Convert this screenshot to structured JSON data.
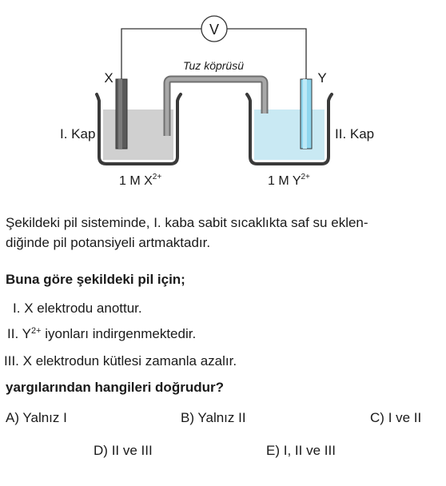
{
  "diagram": {
    "voltmeter": "V",
    "salt_bridge": "Tuz köprüsü",
    "electrode_left": "X",
    "electrode_right": "Y",
    "container_left": "I. Kap",
    "container_right": "II. Kap",
    "solution_left": "1 M X",
    "solution_right": "1 M Y",
    "charge": "2+",
    "colors": {
      "left_solution": "#d0d0d0",
      "right_solution": "#c9e9f3",
      "left_electrode": "#5a5a5a",
      "right_electrode": "#8fd6ee",
      "salt_bridge": "#8a8a8a"
    }
  },
  "question": {
    "stem_line1": "Şekildeki pil sisteminde, I. kaba sabit sıcaklıkta saf su eklen-",
    "stem_line2": "diğinde pil potansiyeli artmaktadır.",
    "prompt": "Buna göre şekildeki pil için;",
    "statements": [
      {
        "num": "I.",
        "text": "X elektrodu anottur."
      },
      {
        "num": "II.",
        "ion": "Y",
        "charge": "2+",
        "text": " iyonları indirgenmektedir."
      },
      {
        "num": "III.",
        "text": "X elektrodun kütlesi zamanla azalır."
      }
    ],
    "closing": "yargılarından hangileri doğrudur?",
    "options": [
      {
        "letter": "A)",
        "text": "Yalnız I"
      },
      {
        "letter": "B)",
        "text": "Yalnız II"
      },
      {
        "letter": "C)",
        "text": "I ve II"
      },
      {
        "letter": "D)",
        "text": "II ve III"
      },
      {
        "letter": "E)",
        "text": "I, II ve III"
      }
    ]
  }
}
